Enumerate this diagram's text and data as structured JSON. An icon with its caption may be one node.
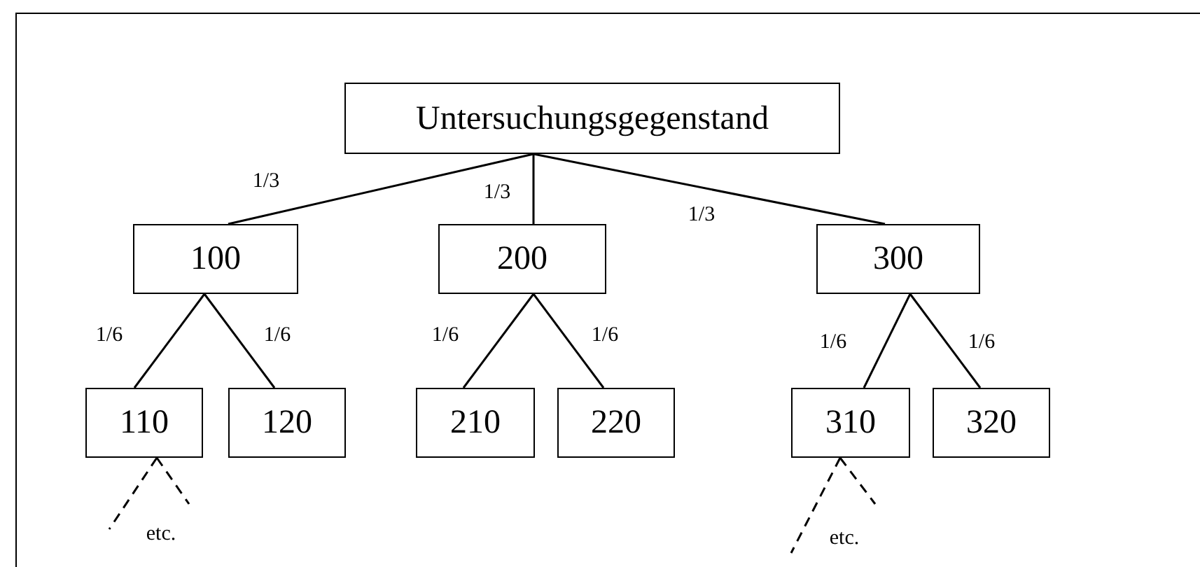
{
  "diagram": {
    "nodes": [
      {
        "text": [
          "Untersuchungsgegenstand"
        ]
      },
      {
        "text": [
          "100"
        ]
      },
      {
        "text": [
          "200"
        ]
      },
      {
        "text": [
          "300"
        ]
      },
      {
        "text": [
          "110"
        ]
      },
      {
        "text": [
          "120"
        ]
      },
      {
        "text": [
          "210"
        ]
      },
      {
        "text": [
          "220"
        ]
      },
      {
        "text": [
          "310"
        ]
      },
      {
        "text": [
          "320"
        ]
      }
    ],
    "edges": [
      {
        "from": 0,
        "to": 1,
        "arrow": "none",
        "label": "1/3"
      },
      {
        "from": 0,
        "to": 2,
        "arrow": "none",
        "label": "1/3"
      },
      {
        "from": 0,
        "to": 3,
        "arrow": "none",
        "label": "1/3"
      },
      {
        "from": 1,
        "to": 4,
        "arrow": "none",
        "label": "1/6"
      },
      {
        "from": 1,
        "to": 5,
        "arrow": "none",
        "label": "1/6"
      },
      {
        "from": 2,
        "to": 6,
        "arrow": "none",
        "label": "1/6"
      },
      {
        "from": 2,
        "to": 7,
        "arrow": "none",
        "label": "1/6"
      },
      {
        "from": 3,
        "to": 8,
        "arrow": "none",
        "label": "1/6"
      },
      {
        "from": 3,
        "to": 9,
        "arrow": "none",
        "label": "1/6"
      },
      {
        "from": 4,
        "to": null,
        "arrow": "none",
        "style": "dashed"
      },
      {
        "from": 4,
        "to": null,
        "arrow": "none",
        "style": "dashed"
      },
      {
        "from": 8,
        "to": null,
        "arrow": "none",
        "style": "dashed"
      },
      {
        "from": 8,
        "to": null,
        "arrow": "none",
        "style": "dashed"
      }
    ],
    "labels": [
      "etc.",
      "etc."
    ]
  }
}
